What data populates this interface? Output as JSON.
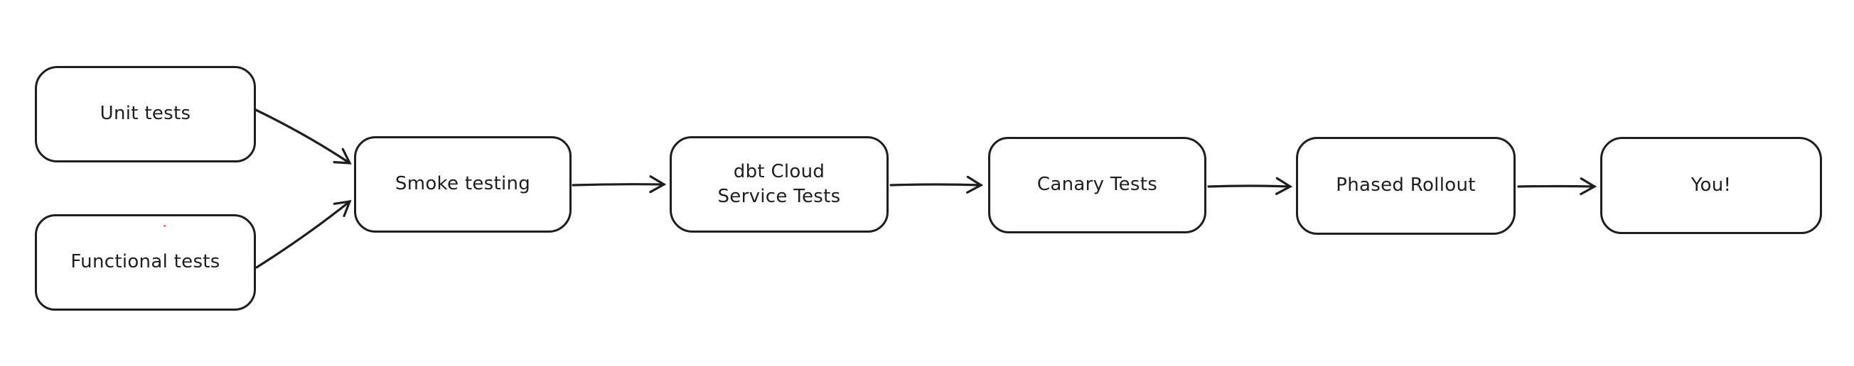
{
  "diagram": {
    "type": "flowchart",
    "direction": "left-to-right",
    "style": "hand-drawn-excalidraw",
    "colors": {
      "stroke": "#1e1e1e",
      "node_fill": "#ffffff",
      "background": "#ffffff",
      "artifact_dot": "#e03131"
    },
    "nodes": [
      {
        "id": "unit-tests",
        "label": "Unit tests"
      },
      {
        "id": "functional-tests",
        "label": "Functional tests"
      },
      {
        "id": "smoke-testing",
        "label": "Smoke testing"
      },
      {
        "id": "dbt-cloud-service-tests",
        "label": "dbt Cloud Service Tests"
      },
      {
        "id": "canary-tests",
        "label": "Canary Tests"
      },
      {
        "id": "phased-rollout",
        "label": "Phased Rollout"
      },
      {
        "id": "you",
        "label": "You!"
      }
    ],
    "edges": [
      {
        "from": "unit-tests",
        "to": "smoke-testing"
      },
      {
        "from": "functional-tests",
        "to": "smoke-testing"
      },
      {
        "from": "smoke-testing",
        "to": "dbt-cloud-service-tests"
      },
      {
        "from": "dbt-cloud-service-tests",
        "to": "canary-tests"
      },
      {
        "from": "canary-tests",
        "to": "phased-rollout"
      },
      {
        "from": "phased-rollout",
        "to": "you"
      }
    ]
  }
}
